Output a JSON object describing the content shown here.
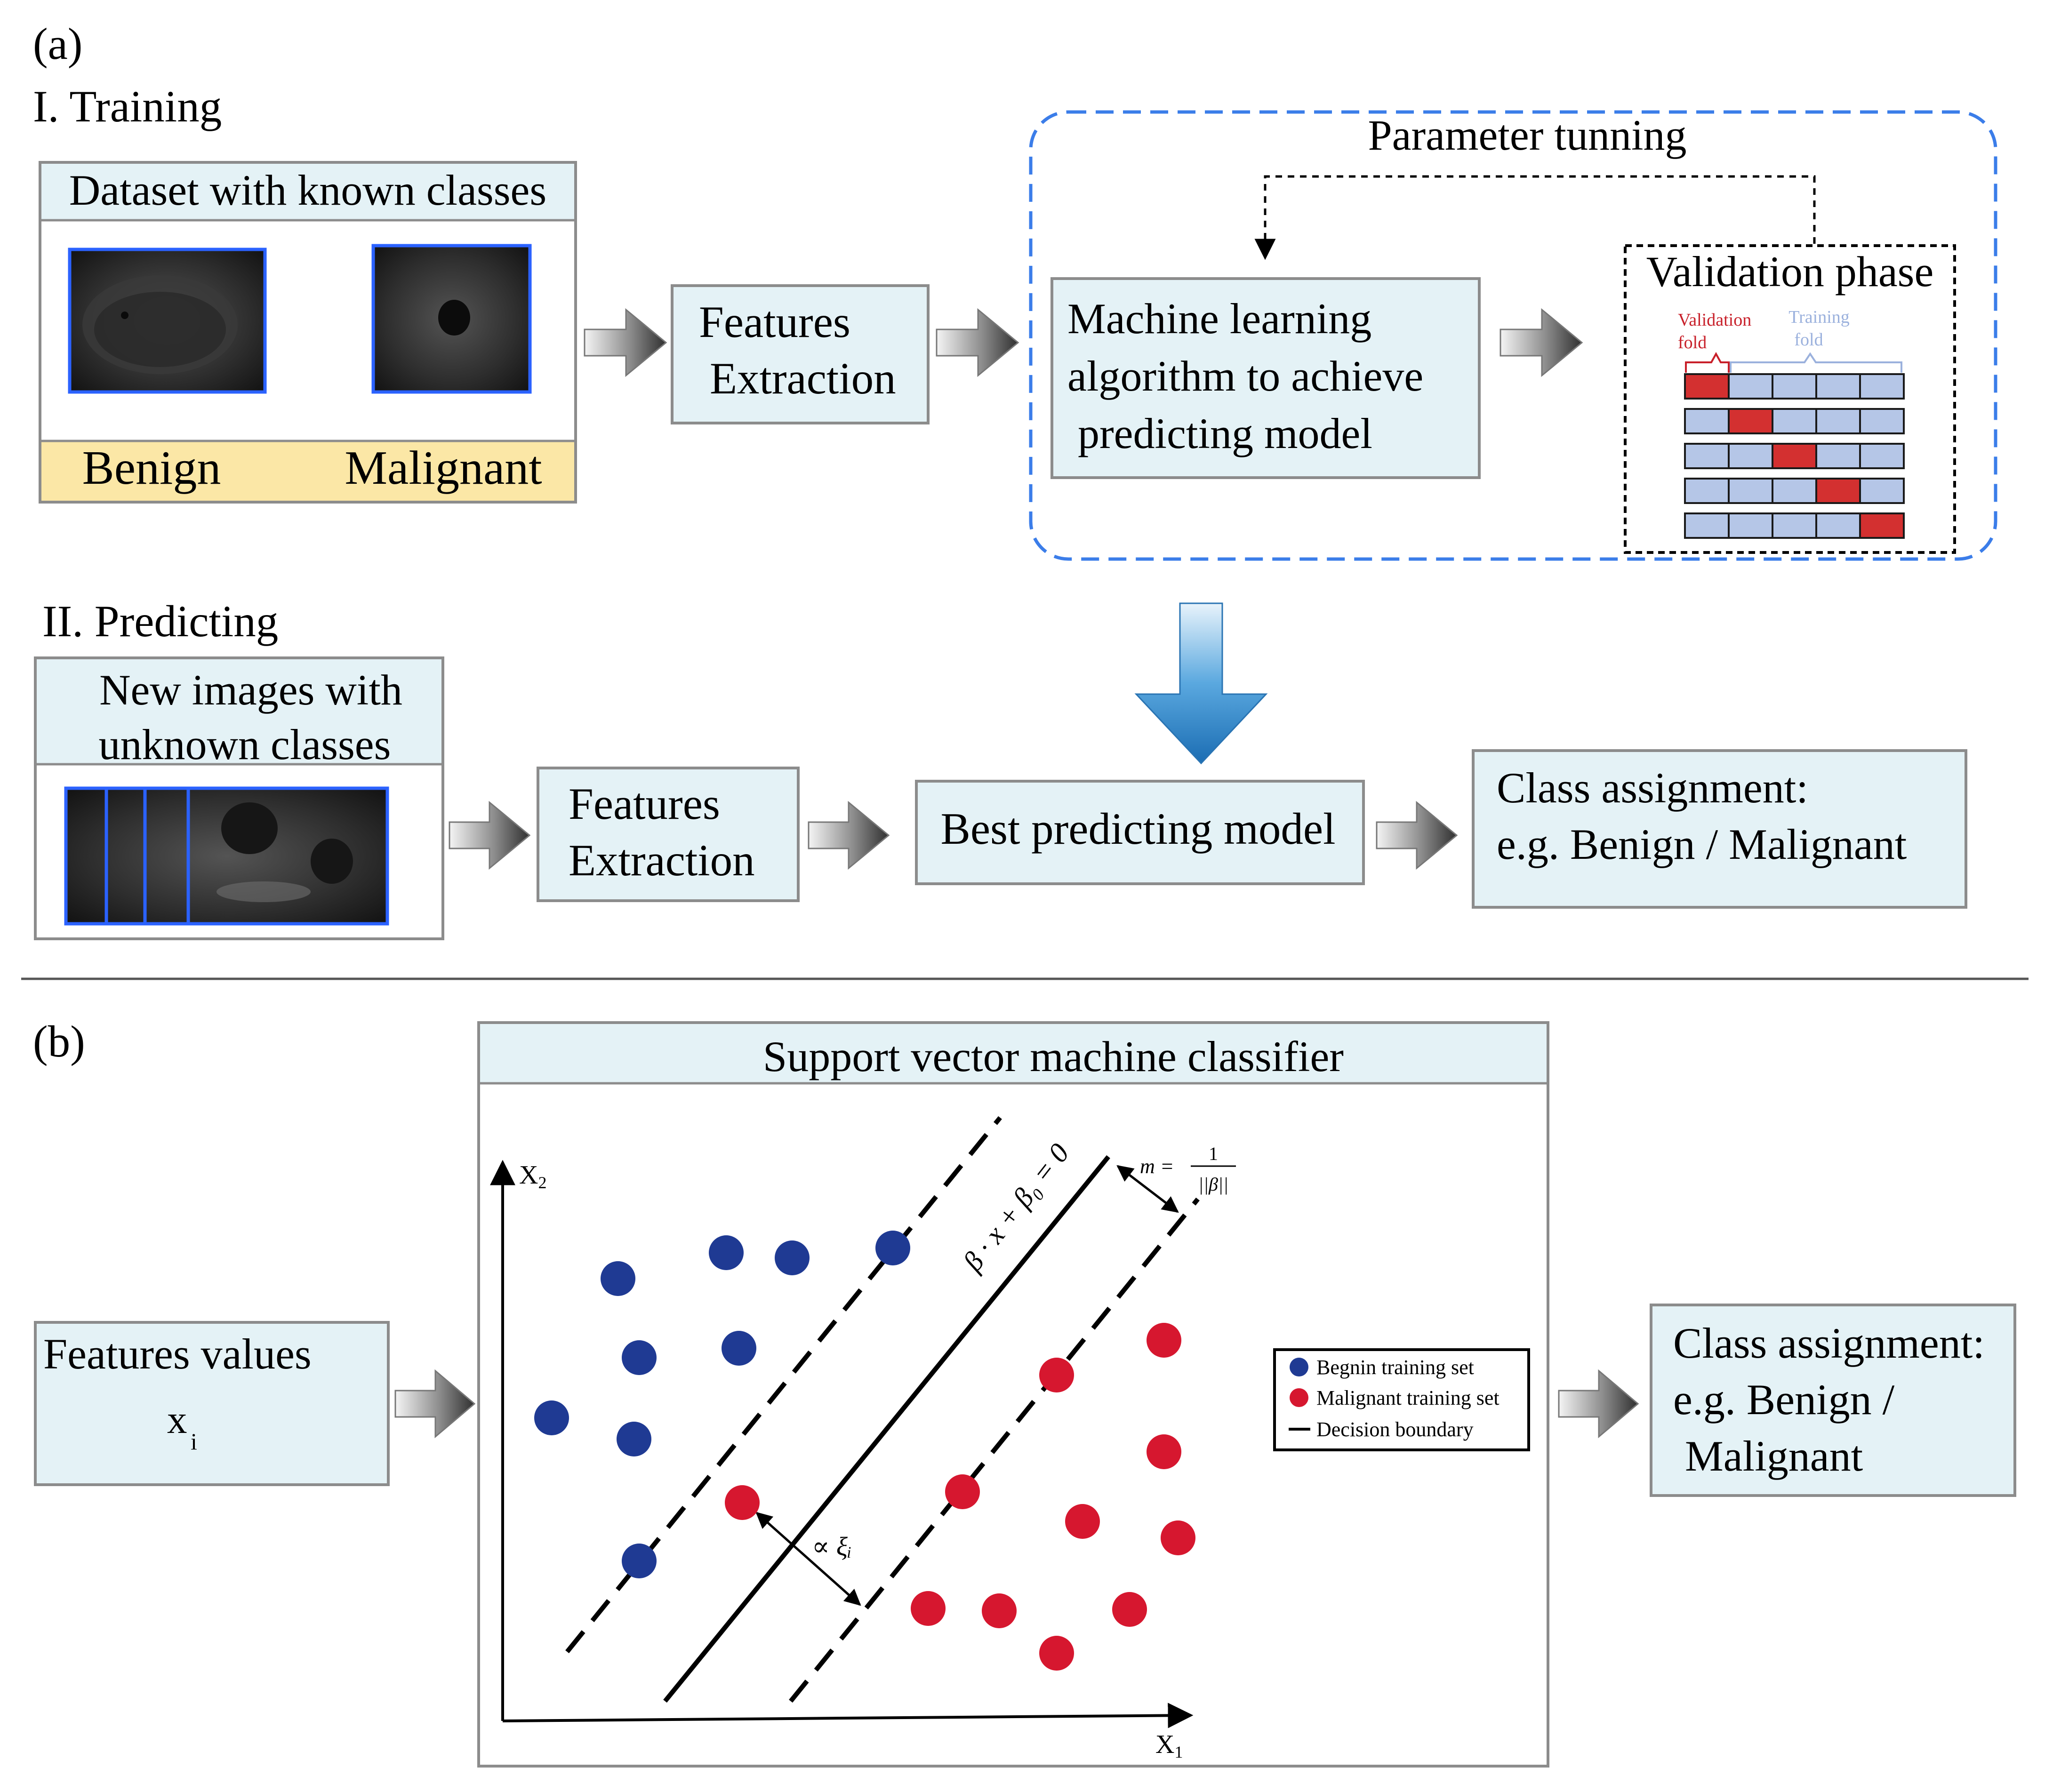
{
  "panel_a": {
    "label": "(a)",
    "training": {
      "heading": "I. Training",
      "dataset_box": {
        "title": "Dataset with known classes",
        "class_labels": [
          "Benign",
          "Malignant"
        ]
      },
      "features_box": {
        "lines": [
          "Features",
          "Extraction"
        ]
      },
      "ml_box": {
        "lines": [
          "Machine learning",
          "algorithm to achieve",
          "predicting model"
        ]
      },
      "tuning_label": "Parameter tunning",
      "validation": {
        "title": "Validation phase",
        "validation_fold_lines": [
          "Validation",
          "fold"
        ],
        "training_fold_lines": [
          "Training",
          "fold"
        ],
        "rows": 5,
        "cols": 5
      }
    },
    "predicting": {
      "heading": "II. Predicting",
      "new_images_box": {
        "lines": [
          "New images with",
          "unknown classes"
        ]
      },
      "features_box": {
        "lines": [
          "Features",
          "Extraction"
        ]
      },
      "best_model": "Best predicting model",
      "class_box": {
        "lines": [
          "Class assignment:",
          "e.g. Benign / Malignant"
        ]
      }
    }
  },
  "panel_b": {
    "label": "(b)",
    "features_box": {
      "title": "Features values",
      "var_base": "x",
      "var_sub": "i"
    },
    "svm_title": "Support vector machine classifier",
    "axis_x": {
      "base": "X",
      "sub": "1"
    },
    "axis_y": {
      "base": "X",
      "sub": "2"
    },
    "boundary_eq": "β · x + β₀ = 0",
    "margin_eq": {
      "lhs": "m =",
      "num": "1",
      "den": "||β||"
    },
    "slack_label": "∝ ξᵢ",
    "legend": [
      "Begnin training set",
      "Malignant training set",
      "Decision boundary"
    ],
    "class_box": {
      "lines": [
        "Class assignment:",
        "e.g. Benign /",
        "Malignant"
      ]
    }
  },
  "colors": {
    "box_fill": "#e4f2f6",
    "box_stroke": "#8c8c8c",
    "label_fill": "#fbe7a6",
    "image_border": "#2b62ff",
    "dashed_blue": "#3b7de9",
    "benign_dot": "#1f3a93",
    "malignant_dot": "#d6172f",
    "fold_red": "#d33030",
    "fold_blue": "#b5c6e7",
    "big_arrow": "#2b87c9"
  }
}
